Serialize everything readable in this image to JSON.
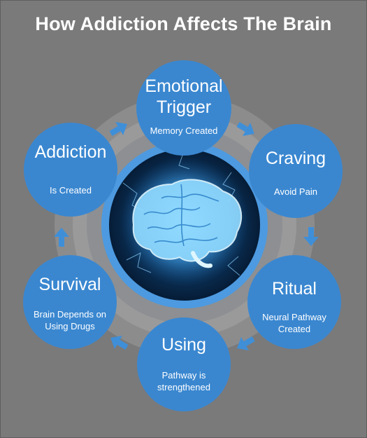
{
  "title": "How Addiction Affects The Brain",
  "colors": {
    "background": "#7a7a7b",
    "node": "#3a87d0",
    "arrow": "#3f8fd8",
    "text": "#ffffff"
  },
  "icons": {
    "center": "brain-image",
    "arrows": "arrow-icon"
  },
  "nodes": {
    "emotional_trigger": {
      "title_line1": "Emotional",
      "title_line2": "Trigger",
      "sub": "Memory Created"
    },
    "craving": {
      "title": "Craving",
      "sub": "Avoid Pain"
    },
    "ritual": {
      "title": "Ritual",
      "sub_line1": "Neural Pathway",
      "sub_line2": "Created"
    },
    "using": {
      "title": "Using",
      "sub_line1": "Pathway is",
      "sub_line2": "strengthened"
    },
    "survival": {
      "title": "Survival",
      "sub_line1": "Brain Depends on",
      "sub_line2": "Using Drugs"
    },
    "addiction": {
      "title": "Addiction",
      "sub": "Is Created"
    }
  }
}
